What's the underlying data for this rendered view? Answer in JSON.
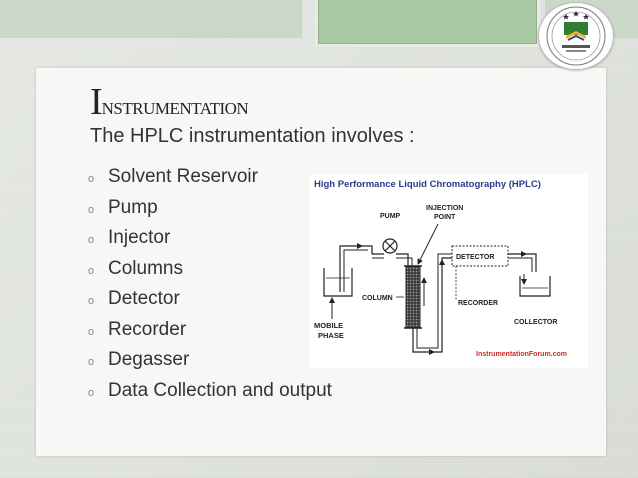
{
  "slide": {
    "title_initial": "I",
    "title_rest": "NSTRUMENTATION",
    "subtitle": "The HPLC instrumentation involves :",
    "bullet_marker": "o",
    "bullets": [
      "Solvent Reservoir",
      "Pump",
      "Injector",
      "Columns",
      "Detector",
      "Recorder",
      "Degasser",
      "Data Collection and output"
    ]
  },
  "diagram": {
    "title": "High Performance Liquid Chromatography (HPLC)",
    "labels": {
      "pump": "PUMP",
      "injection_line1": "INJECTION",
      "injection_line2": "POINT",
      "detector": "DETECTOR",
      "column": "COLUMN",
      "recorder": "RECORDER",
      "collector": "COLLECTOR",
      "mobile_line1": "MOBILE",
      "mobile_line2": "PHASE",
      "source": "InstrumentationForum.com"
    },
    "title_color": "#2b3a8c",
    "source_color": "#c8302a"
  },
  "colors": {
    "background": "#e3e7e1",
    "panel": "#f7f7f5",
    "accent_green": "#a9c9a4"
  },
  "logo": {
    "icon": "university-seal-icon"
  }
}
